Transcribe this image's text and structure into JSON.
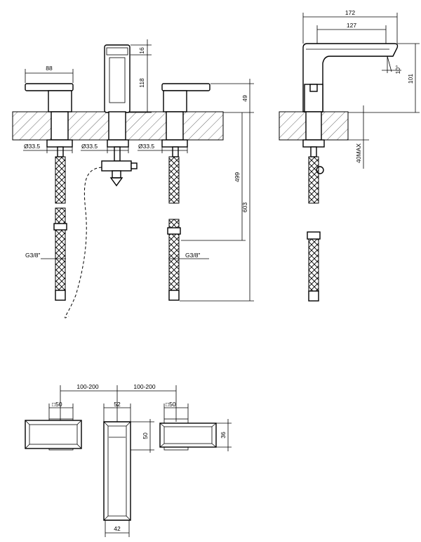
{
  "dimensions": {
    "handle_width": "88",
    "spout_cap": "16",
    "spout_height": "118",
    "handle_height": "49",
    "hole_dia_left": "Ø33.5",
    "hole_dia_center": "Ø33.5",
    "hole_dia_right": "Ø33.5",
    "hose_length_a": "499",
    "hose_length_b": "603",
    "thread_left": "G3/8\"",
    "thread_right": "G3/8\"",
    "side_total_length": "172",
    "side_reach": "127",
    "side_height": "101",
    "side_angle": "10°",
    "max_deck_thickness": "40MAX",
    "spacing_left": "100-200",
    "spacing_right": "100-200",
    "base_left": "□50",
    "base_right": "□50",
    "spout_top_width": "52",
    "spout_depth": "50",
    "handle_depth": "36",
    "spout_base_width": "42"
  }
}
